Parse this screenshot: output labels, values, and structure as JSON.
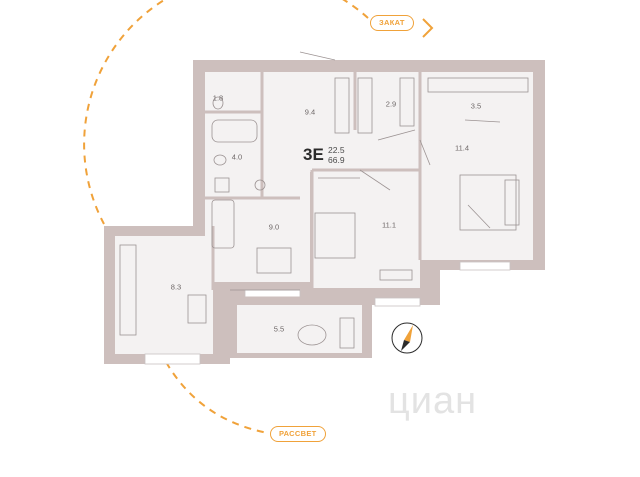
{
  "compass_labels": {
    "sunset": "ЗАКАТ",
    "sunrise": "РАССВЕТ"
  },
  "apartment": {
    "code": "3E",
    "living_area": "22.5",
    "total_area": "66.9"
  },
  "rooms": {
    "wc": "1.8",
    "hall": "9.4",
    "wardrobe_left": "2.9",
    "wardrobe_right": "3.5",
    "bath": "4.0",
    "bedroom": "11.4",
    "living": "9.0",
    "room": "11.1",
    "kitchen": "8.3",
    "balcony": "5.5"
  },
  "watermark": "циан",
  "colors": {
    "wall": "#cdbfbd",
    "floor": "#f4f2f2",
    "accent": "#f0a23a",
    "furniture": "#9c9393"
  }
}
